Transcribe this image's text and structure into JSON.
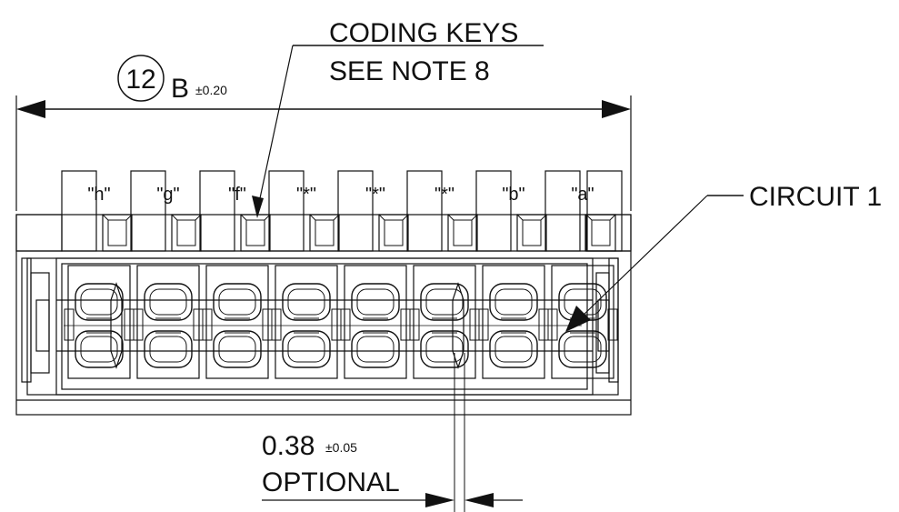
{
  "callouts": {
    "coding_keys_line1": "CODING KEYS",
    "coding_keys_line2": "SEE NOTE 8",
    "circuit": "CIRCUIT 1"
  },
  "dimension_width": {
    "balloon": "12",
    "label": "B",
    "tolerance": "±0.20"
  },
  "dimension_gap": {
    "value": "0.38",
    "tolerance": "±0.05",
    "note": "OPTIONAL"
  },
  "coding_keys": [
    "\"h\"",
    "\"g\"",
    "\"f\"",
    "\"*\"",
    "\"*\"",
    "\"*\"",
    "\"b\"",
    "\"a\""
  ]
}
